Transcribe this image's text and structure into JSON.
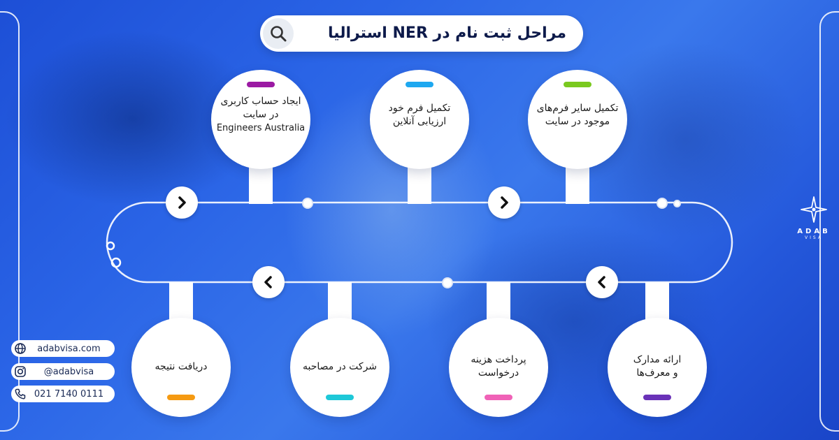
{
  "title": {
    "text": "مراحل ثبت نام در NER استرالیا"
  },
  "top_steps": [
    {
      "lines": [
        "ایجاد حساب کاربری",
        "در سایت"
      ],
      "en": "Engineers Australia",
      "color": "#9b1aa3"
    },
    {
      "lines": [
        "تکمیل فرم خود",
        "ارزیابی آنلاین"
      ],
      "en": "",
      "color": "#1ea8f0"
    },
    {
      "lines": [
        "تکمیل سایر فرم‌های",
        "موجود در سایت"
      ],
      "en": "",
      "color": "#7ac91f"
    }
  ],
  "bottom_steps": [
    {
      "lines": [
        "دریافت نتیجه"
      ],
      "color": "#f59a12"
    },
    {
      "lines": [
        "شرکت در مصاحبه"
      ],
      "color": "#1ec8d8"
    },
    {
      "lines": [
        "پرداخت هزینه",
        "درخواست"
      ],
      "color": "#f062b7"
    },
    {
      "lines": [
        "ارائه مدارک",
        "و معرف‌ها"
      ],
      "color": "#6a32b8"
    }
  ],
  "contacts": [
    {
      "icon": "globe-icon",
      "text": "adabvisa.com"
    },
    {
      "icon": "instagram-icon",
      "text": "@adabvisa"
    },
    {
      "icon": "phone-icon",
      "text": "021 7140 0111"
    }
  ],
  "logo": {
    "brand": "ADAB",
    "sub": "VISA"
  }
}
